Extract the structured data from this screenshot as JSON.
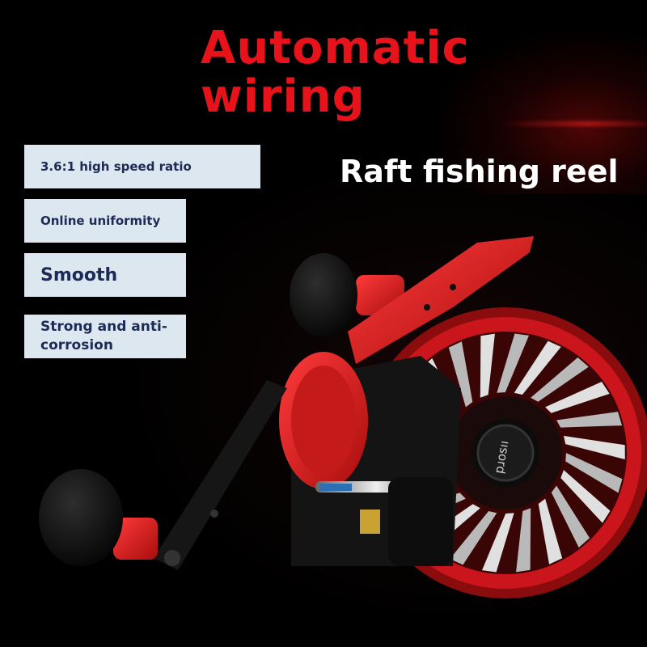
{
  "headline": {
    "line1": "Automatic",
    "line2": "wiring"
  },
  "subheadline": "Raft fishing reel",
  "features": [
    "3.6:1 high speed ratio",
    "Online uniformity",
    "Smooth",
    "Strong and anti-corrosion"
  ],
  "product": {
    "spool_text": "pɹosıı",
    "colors": {
      "primary": "#e21b1b",
      "handle": "#111111",
      "frame": "#1a1a1a",
      "spoke": "#d9d9d9"
    }
  },
  "theme": {
    "background": "#000000",
    "headline_color": "#e8121a",
    "label_bg": "#dde7ef",
    "label_text": "#1c2a55"
  }
}
